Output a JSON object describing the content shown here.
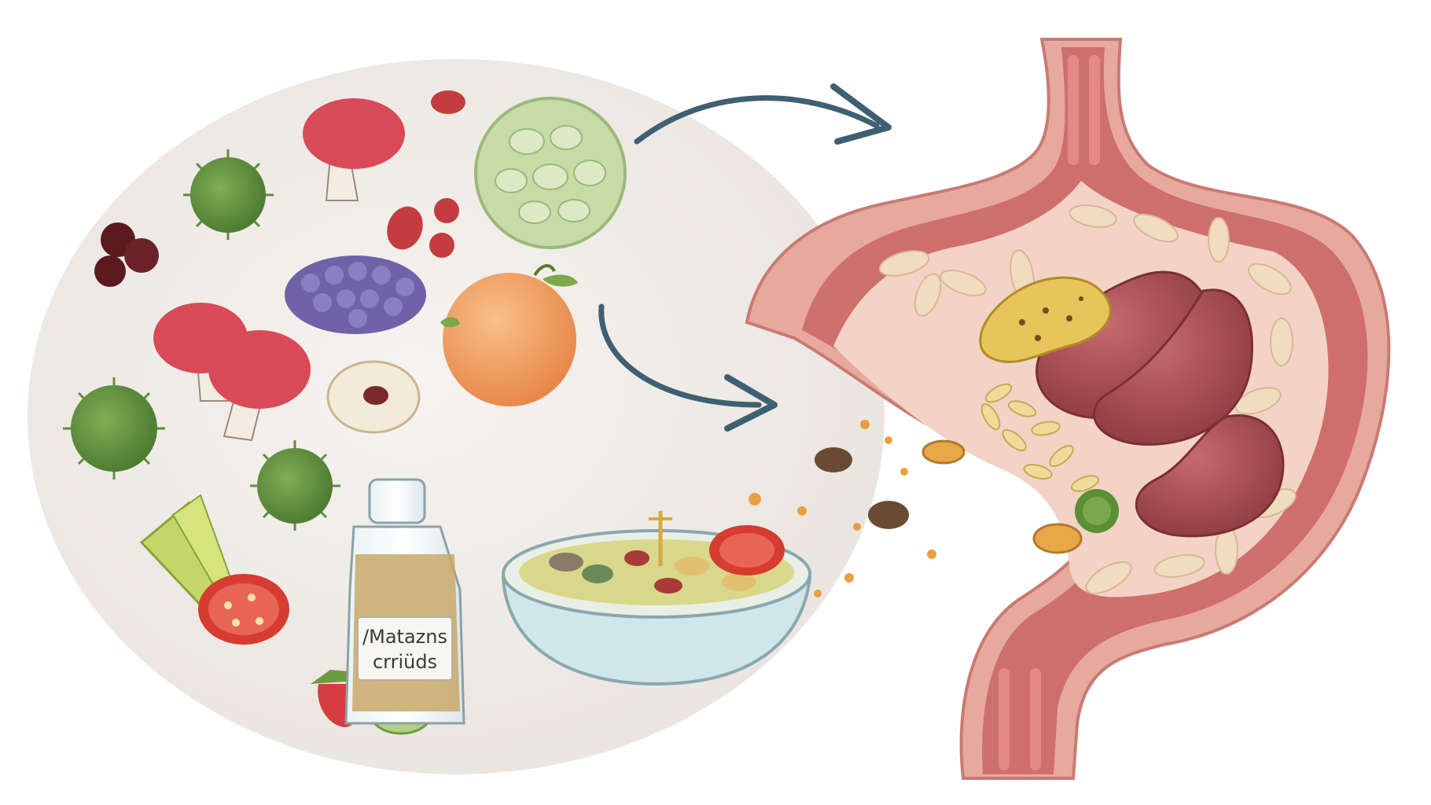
{
  "bottle": {
    "label_line1": "/Matazns",
    "label_line2": "crriüds"
  },
  "colors": {
    "background": "#ffffff",
    "ellipse_fill": "#efebe7",
    "arrow": "#3f5f72",
    "stomach_wall": "#d9877e",
    "stomach_muscle": "#c85d5d",
    "stomach_inner": "#f2d2c6",
    "organ_red": "#a8454a",
    "microbe_green": "#6e9a45",
    "orange": "#f0a25e",
    "tomato": "#d63c30",
    "bowl": "#cfe6ea"
  },
  "icons": [
    "green-microbe-icon",
    "red-mushroom-icon",
    "orange-fruit-icon",
    "tomato-icon",
    "celery-icon",
    "strawberry-icon",
    "blueberry-cluster-icon",
    "oil-bottle-icon",
    "soup-bowl-icon",
    "stomach-illustration",
    "arrow-icon"
  ]
}
